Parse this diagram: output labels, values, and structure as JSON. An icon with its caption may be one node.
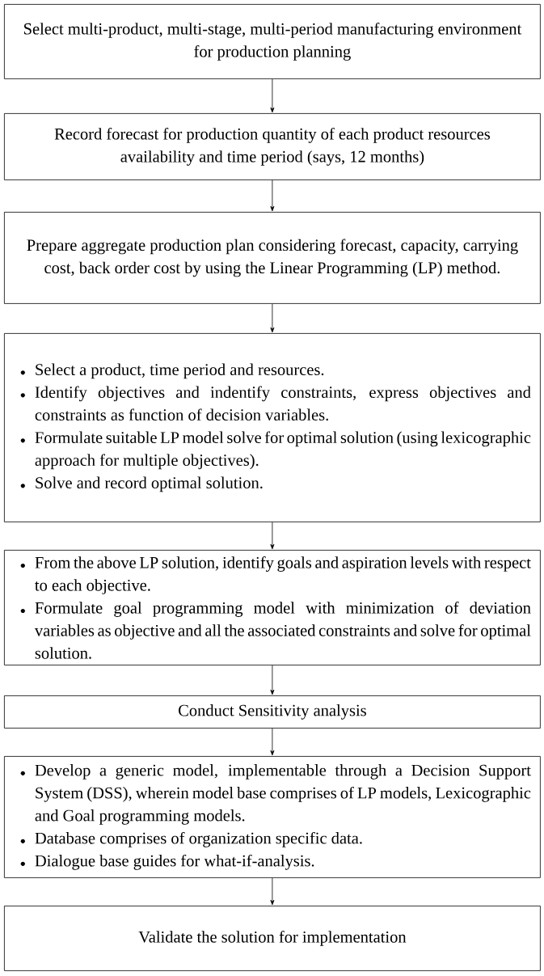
{
  "diagram": {
    "nodes": [
      {
        "text": [
          "Select multi-product, multi-stage, multi-period manufacturing environment for production planning"
        ]
      },
      {
        "text": [
          "Record forecast for production quantity of each product resources availability and time period (says, 12 months)"
        ]
      },
      {
        "text": [
          "Prepare aggregate production plan considering forecast, capacity, carrying cost, back order cost by using the Linear Programming (LP) method."
        ]
      },
      {
        "text": [
          "Select a product, time period and resources.",
          "Identify objectives and indentify constraints, express objectives and constraints as function of decision variables.",
          "Formulate suitable LP model solve for optimal solution (using lexicographic approach for multiple objectives).",
          "Solve and record optimal solution."
        ]
      },
      {
        "text": [
          "From the above LP solution, identify goals and aspiration levels with respect to each objective.",
          "Formulate goal programming model with minimization of deviation variables as objective and all the associated constraints and solve for optimal solution."
        ]
      },
      {
        "text": [
          "Conduct Sensitivity analysis"
        ]
      },
      {
        "text": [
          "Develop a generic model, implementable through a Decision Support System (DSS), wherein model base comprises of LP models, Lexicographic and Goal programming models.",
          "Database comprises of organization specific data.",
          "Dialogue base guides for what-if-analysis."
        ]
      },
      {
        "text": [
          "Validate the solution for implementation"
        ]
      }
    ],
    "edges": [
      {
        "from": 0,
        "to": 1,
        "arrow": "to"
      },
      {
        "from": 1,
        "to": 2,
        "arrow": "to"
      },
      {
        "from": 2,
        "to": 3,
        "arrow": "to"
      },
      {
        "from": 3,
        "to": 4,
        "arrow": "to"
      },
      {
        "from": 4,
        "to": 5,
        "arrow": "to"
      },
      {
        "from": 5,
        "to": 6,
        "arrow": "to"
      },
      {
        "from": 6,
        "to": 7,
        "arrow": "to"
      }
    ]
  }
}
